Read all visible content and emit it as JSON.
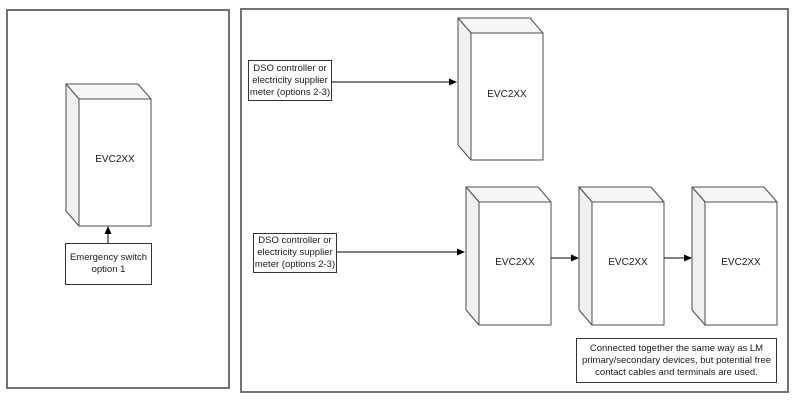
{
  "left_panel": {
    "cube_label": "EVC2XX",
    "switch_label": "Emergency switch\noption 1"
  },
  "right_panel": {
    "single": {
      "dso_label": "DSO controller or\nelectricity supplier\nmeter (options 2-3)",
      "cube_label": "EVC2XX"
    },
    "chain": {
      "dso_label": "DSO controller or\nelectricity supplier\nmeter (options 2-3)",
      "cube_labels": [
        "EVC2XX",
        "EVC2XX",
        "EVC2XX"
      ],
      "note": "Connected together the same way as LM\nprimary/secondary devices, but potential free\ncontact cables and terminals are used."
    }
  },
  "colors": {
    "cube_front": "#ffffff",
    "cube_side": "#f0f0f0",
    "cube_top": "#f7f7f7",
    "cube_stroke": "#4d4d4d",
    "box_stroke": "#333333",
    "panel_stroke": "#737373",
    "arrow": "#000000",
    "text_color": "#1a1a1a"
  }
}
